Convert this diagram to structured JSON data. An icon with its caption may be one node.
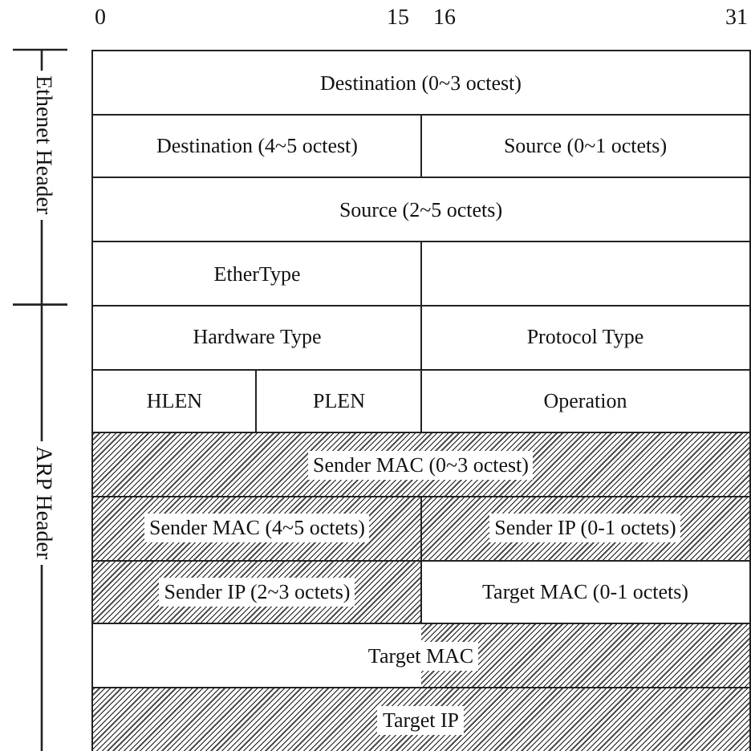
{
  "diagram": {
    "nodes": [
      {
        "text": [
          "Destination (0~3 octest)"
        ]
      },
      {
        "text": [
          "Destination (4~5 octest)"
        ]
      },
      {
        "text": [
          "Source (0~1 octets)"
        ]
      },
      {
        "text": [
          "Source (2~5 octets)"
        ]
      },
      {
        "text": [
          "EtherType"
        ]
      },
      {
        "text": [],
        "shape": "box"
      },
      {
        "text": [
          "Hardware Type"
        ]
      },
      {
        "text": [
          "Protocol Type"
        ]
      },
      {
        "text": [
          "HLEN"
        ]
      },
      {
        "text": [
          "PLEN"
        ]
      },
      {
        "text": [
          "Operation"
        ]
      },
      {
        "text": [
          "Sender MAC (0~3 octest)"
        ]
      },
      {
        "text": [
          "Sender MAC (4~5 octets)"
        ]
      },
      {
        "text": [
          "Sender IP (0-1 octets)"
        ]
      },
      {
        "text": [
          "Sender IP (2~3 octets)"
        ]
      },
      {
        "text": [
          "Target MAC (0-1 octets)"
        ]
      },
      {
        "text": [
          "Target MAC"
        ]
      },
      {
        "text": [
          "Target IP"
        ]
      }
    ],
    "edges": [],
    "labels": [
      "0",
      "15",
      "16",
      "31",
      "Ethenet Header",
      "ARP Header"
    ]
  }
}
